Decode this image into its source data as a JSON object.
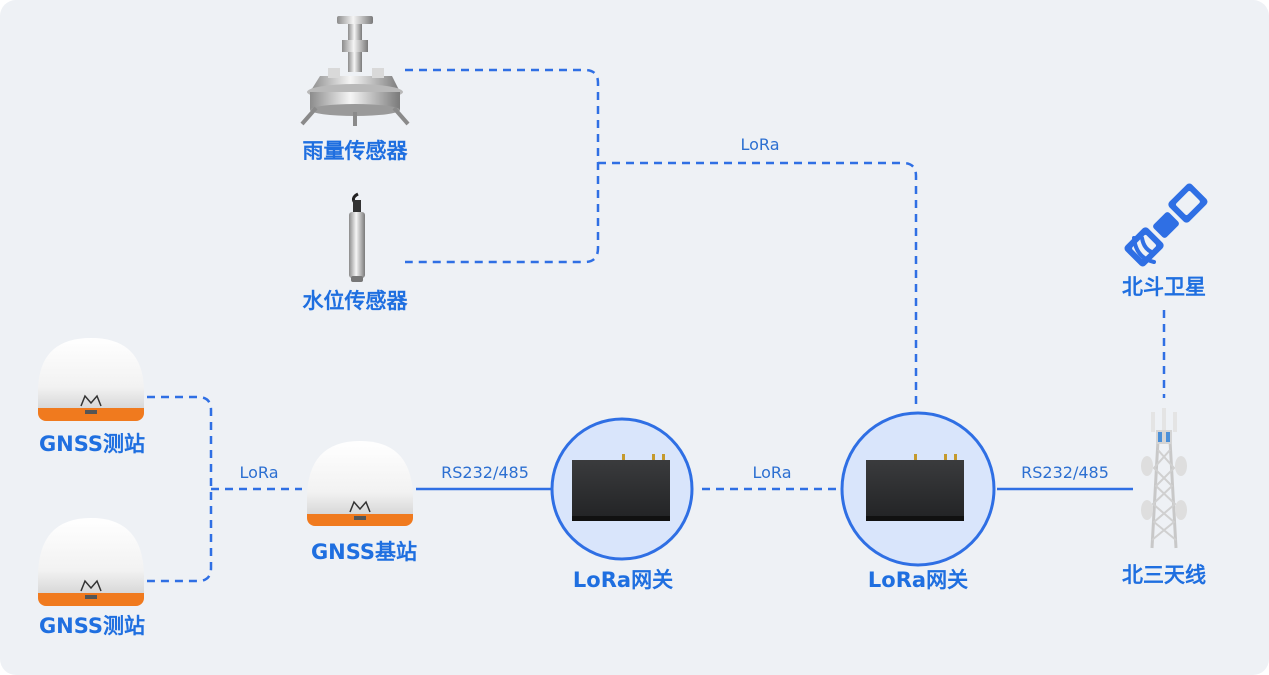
{
  "nodes": {
    "rain_sensor": {
      "label": "雨量传感器"
    },
    "water_sensor": {
      "label": "水位传感器"
    },
    "gnss_station_1": {
      "label": "GNSS测站"
    },
    "gnss_station_2": {
      "label": "GNSS测站"
    },
    "gnss_base": {
      "label": "GNSS基站"
    },
    "lora_gateway_1": {
      "label": "LoRa网关"
    },
    "lora_gateway_2": {
      "label": "LoRa网关"
    },
    "beidou_satellite": {
      "label": "北斗卫星"
    },
    "beisan_antenna": {
      "label": "北三天线"
    }
  },
  "links": {
    "sensors_to_gateway": {
      "label": "LoRa"
    },
    "stations_to_base": {
      "label": "LoRa"
    },
    "base_to_gateway1": {
      "label": "RS232/485"
    },
    "gateway1_to_gateway2": {
      "label": "LoRa"
    },
    "gateway2_to_antenna": {
      "label": "RS232/485"
    }
  },
  "colors": {
    "accent": "#2f6fe4",
    "panel_background": "#eef1f5",
    "gateway_circle_fill": "#d9e5fb",
    "dome_base_orange": "#f07a1e"
  }
}
